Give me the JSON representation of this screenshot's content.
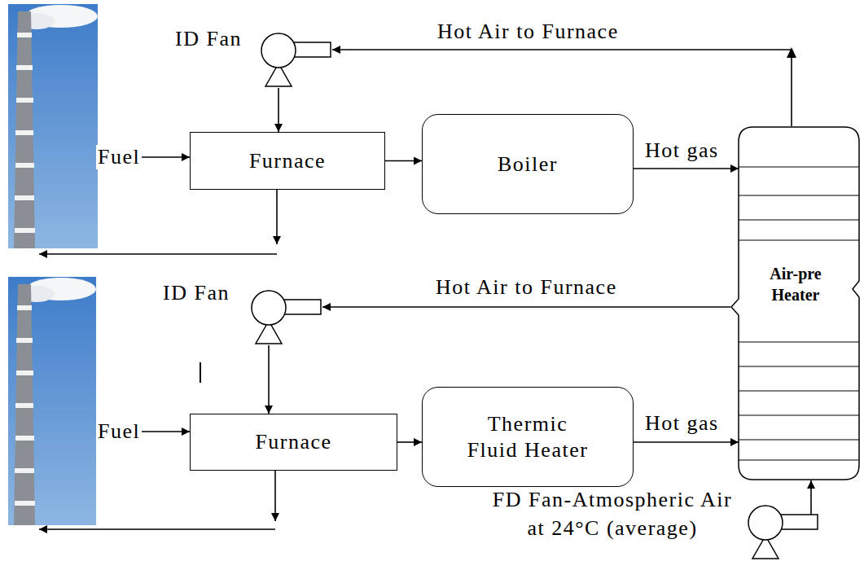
{
  "diagram": {
    "nodes": [
      {
        "text": [
          "ID Fan"
        ]
      },
      {
        "text": [
          "Furnace"
        ]
      },
      {
        "text": [
          "Boiler"
        ]
      },
      {
        "text": [
          "Air-pre Heater"
        ]
      },
      {
        "text": [
          "ID Fan"
        ]
      },
      {
        "text": [
          "Furnace"
        ]
      },
      {
        "text": [
          "Thermic Fluid Heater"
        ]
      },
      {
        "text": [
          "FD Fan-Atmospheric Air at 24°C (average)"
        ]
      }
    ],
    "edges": [
      {
        "from": 3,
        "to": 0,
        "label": "Hot Air to Furnace",
        "arrow": "to"
      },
      {
        "from": 0,
        "to": 1,
        "arrow": "to"
      },
      {
        "from": 1,
        "to": 2,
        "arrow": "to"
      },
      {
        "from": 2,
        "to": 3,
        "label": "Hot gas",
        "arrow": "to"
      },
      {
        "from": 3,
        "to": 4,
        "label": "Hot Air to Furnace",
        "arrow": "to"
      },
      {
        "from": 4,
        "to": 5,
        "arrow": "to"
      },
      {
        "from": 5,
        "to": 6,
        "arrow": "to"
      },
      {
        "from": 6,
        "to": 3,
        "label": "Hot gas",
        "arrow": "to"
      },
      {
        "from": 7,
        "to": 3,
        "arrow": "to"
      }
    ],
    "labels": [
      "Fuel",
      "Fuel"
    ]
  }
}
